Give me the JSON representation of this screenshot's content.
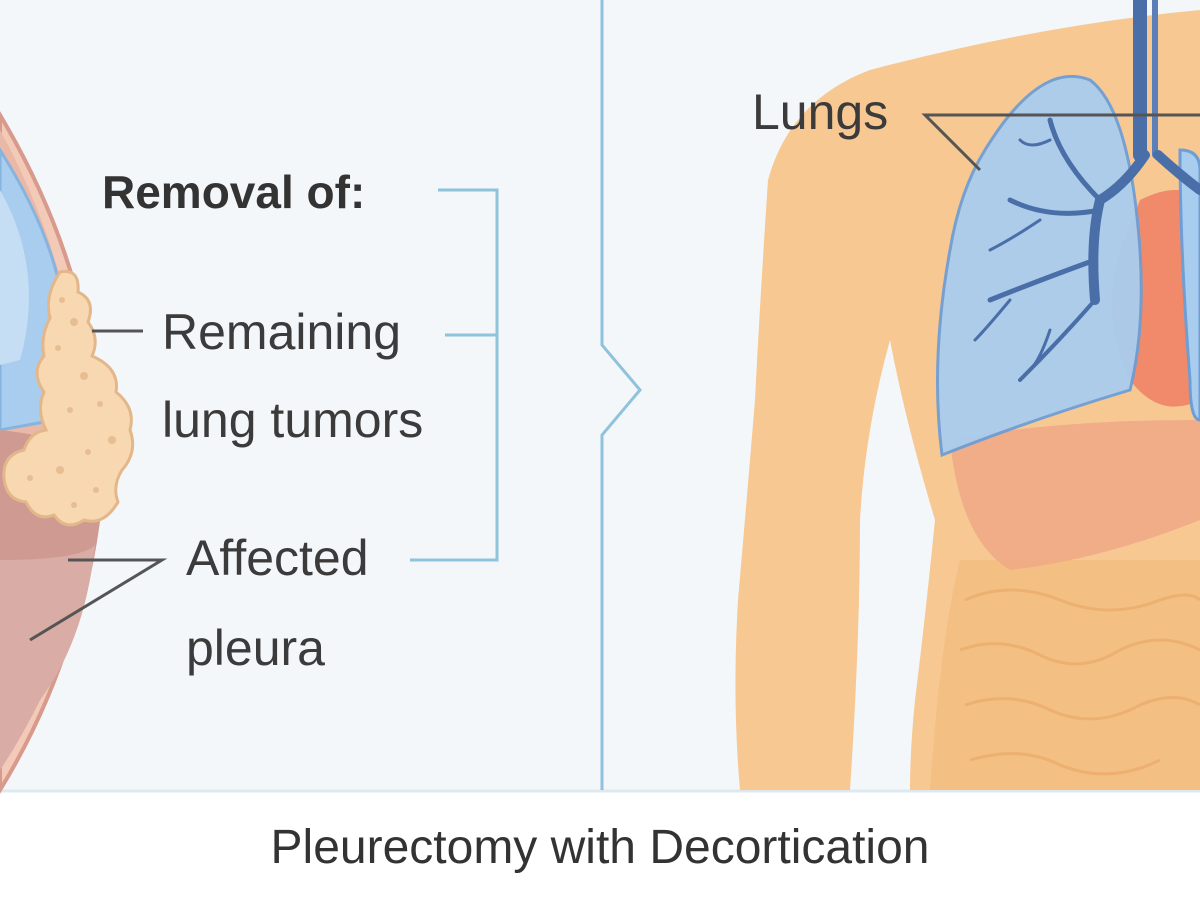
{
  "left_panel": {
    "removal_heading": "Removal of:",
    "tumor_label_line1": "Remaining",
    "tumor_label_line2": "lung tumors",
    "pleura_label_line1": "Affected",
    "pleura_label_line2": "pleura"
  },
  "right_panel": {
    "lungs_label": "Lungs"
  },
  "caption": "Pleurectomy with Decortication",
  "colors": {
    "panel_bg": "#f3f7fa",
    "divider": "#8fc3dc",
    "skin": "#f7c892",
    "lung": "#a9cdee",
    "bronchi": "#4a6fa8",
    "heart": "#f08a6a",
    "tumor": "#f8d8b0",
    "pleura": "#c48b83",
    "text": "#3b3b3b"
  }
}
